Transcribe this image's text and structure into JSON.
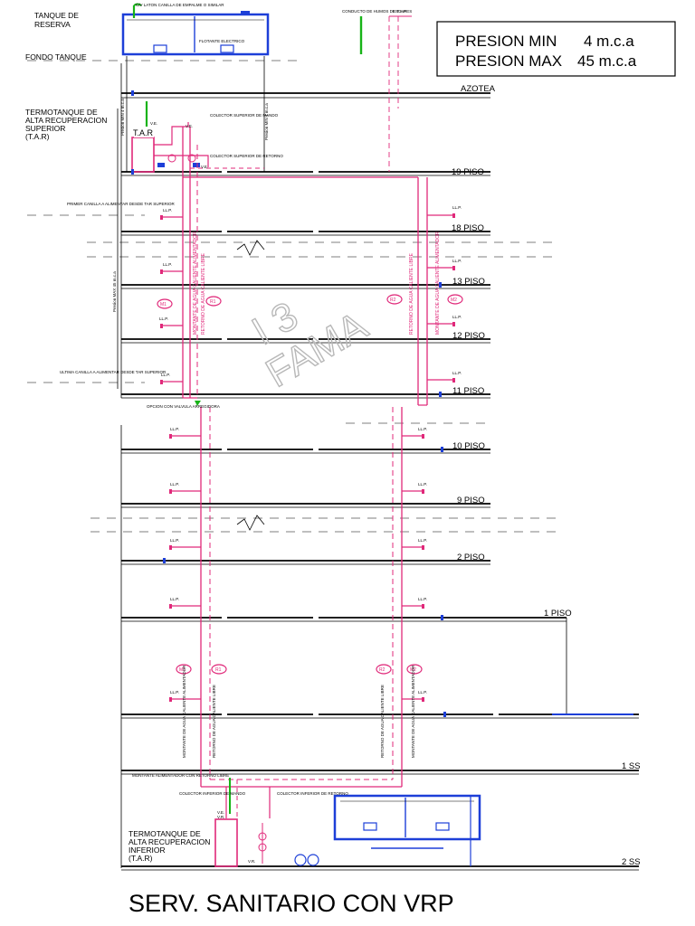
{
  "title": "SERV. SANITARIO CON VRP",
  "pressure": {
    "min_label": "PRESION MIN",
    "min_value": "4 m.c.a",
    "max_label": "PRESION MAX",
    "max_value": "45 m.c.a"
  },
  "watermark": {
    "line1": "I 3",
    "line2": "FAMA"
  },
  "reserve_tank": {
    "line1": "TANQUE DE",
    "line2": "RESERVA",
    "float_label": "FLOTANTE ELECTRICO"
  },
  "tank_bottom": "FONDO TANQUE",
  "upper_heater": {
    "line1": "TERMOTANQUE DE",
    "line2": "ALTA RECUPERACION",
    "line3": "SUPERIOR",
    "line4": "(T.A.R)",
    "box": "T.A.R"
  },
  "lower_heater": {
    "line1": "TERMOTANQUE DE",
    "line2": "ALTA RECUPERACION",
    "line3": "INFERIOR",
    "line4": "(T.A.R)"
  },
  "floors": {
    "azotea": "AZOTEA",
    "f19": "19 PISO",
    "f18": "18 PISO",
    "f13": "13 PISO",
    "f12": "12 PISO",
    "f11": "11 PISO",
    "f10": "10 PISO",
    "f9": "9 PISO",
    "f2": "2 PISO",
    "f1": "1 PISO",
    "ss1": "1 SS",
    "ss2": "2 SS"
  },
  "risers": {
    "m1": "M1",
    "r1": "R1",
    "r2": "R2",
    "m2": "M2"
  },
  "tap": "LL.P.",
  "valve_ve": "V.E.",
  "valve_vr": "V.R.",
  "notes": {
    "top_conduct": "CONDUCTO DE HUMOS DE T.A.R",
    "escape": "ESCAPES",
    "top_valve": "C/V LATON CANILLA DE EMPALME O SIMILAR",
    "collector_mando": "COLECTOR SUPERIOR DE MANDO",
    "collector_retorno": "COLECTOR SUPERIOR DE RETORNO",
    "first_tap": "PRIMER CANILLA A ALIMENTAR DESDE TAR SUPERIOR",
    "last_tap": "ULTIMA CANILLA A ALIMENTAR DESDE TAR SUPERIOR",
    "option_valve": "OPCION CON VALVULA ARREGIDORA",
    "riser_hot_up": "MONTANTE DE AGUA CALIENTE ALIMENTADOR",
    "riser_return_up": "RETORNO DE AGUA CALIENTE LIBRE",
    "lower_mount": "MONTANTE ALIMENTADOR CON RETORNO LIBRE",
    "lower_collector_mando": "COLECTOR INFERIOR DE MANDO",
    "lower_collector_retorno": "COLECTOR INFERIOR DE RETORNO",
    "pressure_upper": "Presion MIN 4 m.c.a",
    "pressure_vrp": "Presion MAX 45 m.c.a"
  }
}
